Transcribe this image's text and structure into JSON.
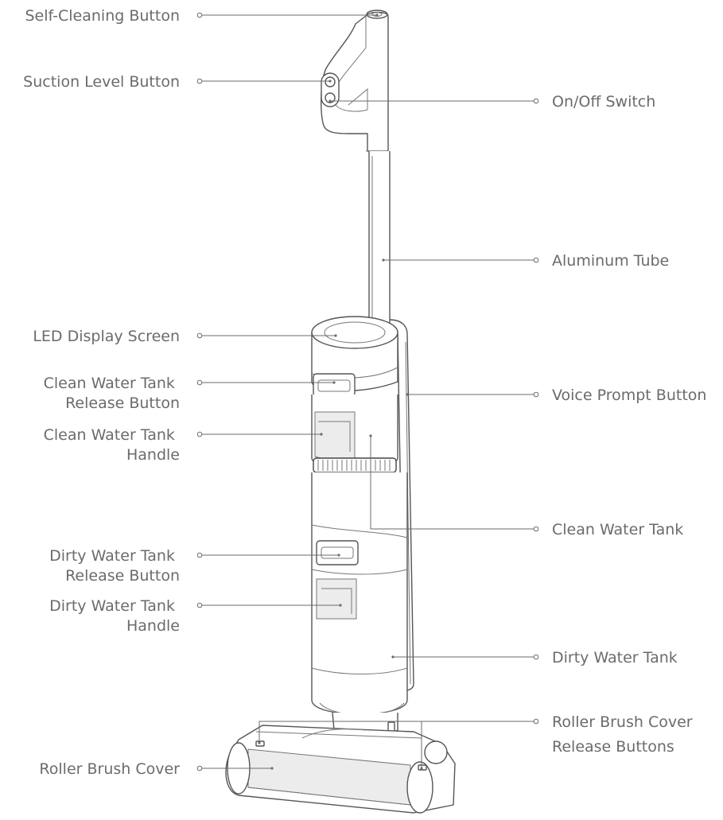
{
  "colors": {
    "line": "#6b6b6b",
    "outline": "#555555",
    "window_fill": "#ececec",
    "background": "#ffffff"
  },
  "labels_left": [
    {
      "id": "self-cleaning-button",
      "lines": [
        "Self-Cleaning Button"
      ]
    },
    {
      "id": "suction-level-button",
      "lines": [
        "Suction Level Button"
      ]
    },
    {
      "id": "led-display-screen",
      "lines": [
        "LED Display Screen"
      ]
    },
    {
      "id": "clean-water-tank-release-button",
      "lines": [
        "Clean Water Tank",
        "Release Button"
      ]
    },
    {
      "id": "clean-water-tank-handle",
      "lines": [
        "Clean Water Tank",
        "Handle"
      ]
    },
    {
      "id": "dirty-water-tank-release-button",
      "lines": [
        "Dirty Water Tank",
        "Release Button"
      ]
    },
    {
      "id": "dirty-water-tank-handle",
      "lines": [
        "Dirty Water Tank",
        "Handle"
      ]
    },
    {
      "id": "roller-brush-cover",
      "lines": [
        "Roller Brush Cover"
      ]
    }
  ],
  "labels_right": [
    {
      "id": "on-off-switch",
      "lines": [
        "On/Off Switch"
      ]
    },
    {
      "id": "aluminum-tube",
      "lines": [
        "Aluminum Tube"
      ]
    },
    {
      "id": "voice-prompt-button",
      "lines": [
        "Voice Prompt Button"
      ]
    },
    {
      "id": "clean-water-tank",
      "lines": [
        "Clean Water Tank"
      ]
    },
    {
      "id": "dirty-water-tank",
      "lines": [
        "Dirty Water Tank"
      ]
    },
    {
      "id": "roller-brush-cover-release-buttons",
      "lines": [
        "Roller Brush Cover",
        "Release Buttons"
      ]
    }
  ]
}
